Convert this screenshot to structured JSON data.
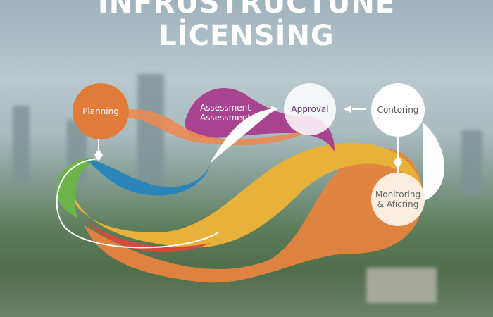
{
  "title": {
    "line1": "INFRUSTRUCTUNE",
    "line2": "LİCENSİNG"
  },
  "nodes": {
    "planning": "Planning",
    "assessment_1": "Assessment",
    "assessment_2": "Assessment",
    "approval": "Approval",
    "contoring": "Contoring",
    "monitoring_1": "Monitoring",
    "monitoring_2": "& Afícring"
  },
  "colors": {
    "orange": "#e07b39",
    "magenta": "#a8358a",
    "yellow": "#e8b23a",
    "blue": "#2a86b8",
    "green": "#6bb34a"
  }
}
